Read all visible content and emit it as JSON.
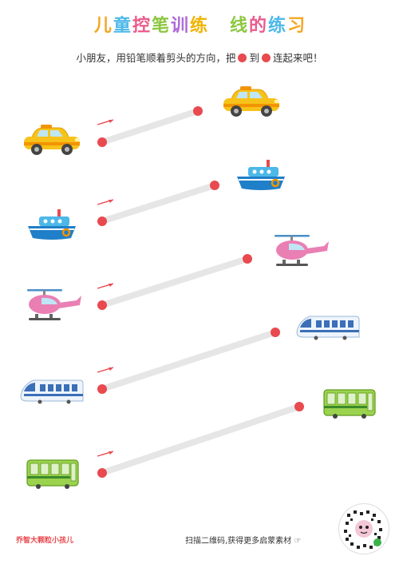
{
  "title": {
    "chars": [
      "儿",
      "童",
      "控",
      "笔",
      "训",
      "练"
    ],
    "chars2": [
      "线",
      "的",
      "练",
      "习"
    ],
    "colors": [
      "#f5a623",
      "#4cb8e8",
      "#ea5b8c",
      "#8cc63f",
      "#b06ad8",
      "#f0b400"
    ],
    "colors2": [
      "#8cc63f",
      "#ea5b8c",
      "#4cb8e8",
      "#f5a623"
    ]
  },
  "instruction": {
    "part1": "小朋友，用铅笔顺着剪头的方向，把",
    "part2": "到",
    "part3": "连起来吧！",
    "dot_color": "#e84a4f"
  },
  "rows": [
    {
      "vehicle": "taxi",
      "name": "car-taxi"
    },
    {
      "vehicle": "boat",
      "name": "boat"
    },
    {
      "vehicle": "helicopter",
      "name": "helicopter"
    },
    {
      "vehicle": "train",
      "name": "train"
    },
    {
      "vehicle": "bus",
      "name": "bus"
    }
  ],
  "footer": {
    "left": "乔智大颗粒小孩儿",
    "right": "扫描二维码,获得更多启蒙素材"
  },
  "colors": {
    "dot": "#e84a4f",
    "track": "#e6e6e6",
    "arrow": "#e84a4f"
  }
}
